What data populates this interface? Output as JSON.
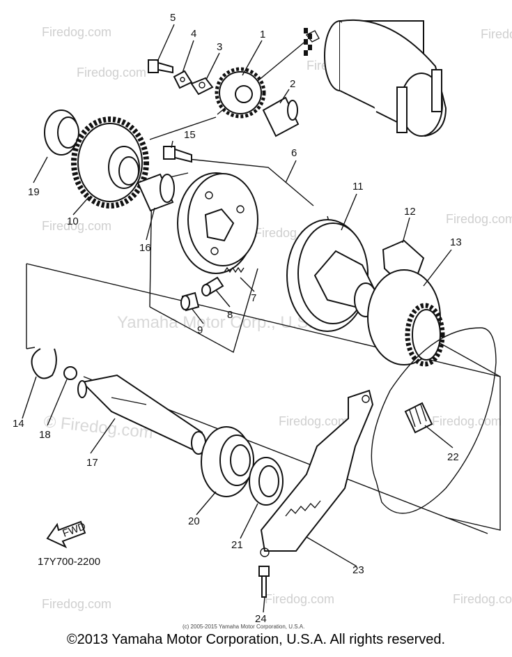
{
  "diagram": {
    "part_labels": {
      "p1": "1",
      "p2": "2",
      "p3": "3",
      "p4": "4",
      "p5": "5",
      "p6": "6",
      "p7": "7",
      "p8": "8",
      "p9": "9",
      "p10": "10",
      "p11": "11",
      "p12": "12",
      "p13": "13",
      "p14": "14",
      "p15": "15",
      "p16": "16",
      "p17": "17",
      "p18": "18",
      "p19": "19",
      "p20": "20",
      "p21": "21",
      "p22": "22",
      "p23": "23",
      "p24": "24"
    },
    "diagram_code": "17Y700-2200",
    "direction_arrow_label": "FWD",
    "watermarks": {
      "firedog": "Firedog.com",
      "firedog_large": "© Firedog.com",
      "yamaha": "Yamaha Motor Corp., U.S.A.",
      "small_copyright": "(c) 2005-2015 Yamaha Motor Corporation, U.S.A."
    }
  },
  "footer": {
    "copyright": "©2013 Yamaha Motor Corporation, U.S.A. All rights reserved."
  }
}
